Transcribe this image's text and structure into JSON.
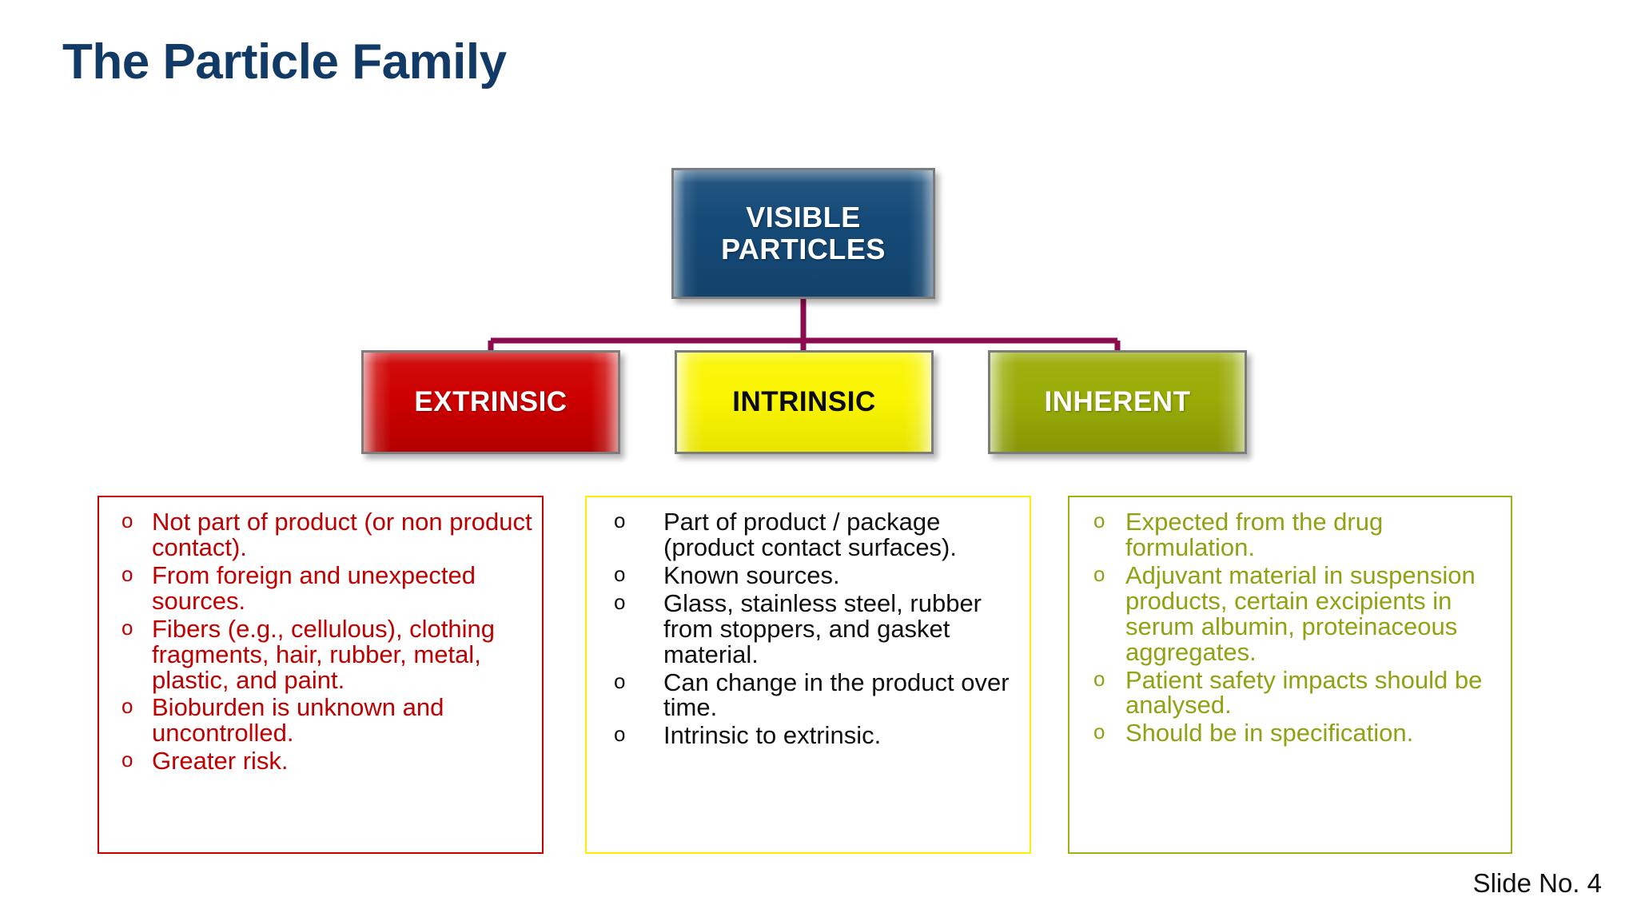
{
  "slide": {
    "title": "The Particle Family",
    "footer": "Slide No. 4",
    "title_color": "#123A66",
    "connector_color": "#8C0B4E",
    "background": "#FFFFFF"
  },
  "diagram": {
    "type": "hierarchy",
    "root": {
      "id": "visible-particles",
      "label": "VISIBLE\nPARTICLES",
      "label_line1": "VISIBLE",
      "label_line2": "PARTICLES",
      "fill": "#154A78",
      "text_color": "#FFFFFF",
      "border": "#7C7C7C"
    },
    "children": [
      {
        "id": "extrinsic",
        "label": "EXTRINSIC",
        "fill": "#CE0000",
        "text_color": "#FFFFFF",
        "border": "#7C7C7C"
      },
      {
        "id": "intrinsic",
        "label": "INTRINSIC",
        "fill": "#FAF500",
        "text_color": "#0A0A0A",
        "border": "#7C7C7C"
      },
      {
        "id": "inherent",
        "label": "INHERENT",
        "fill": "#9AAC07",
        "text_color": "#FFFFFF",
        "border": "#7C7C7C"
      }
    ]
  },
  "details": {
    "extrinsic": {
      "accent": "#C00000",
      "bullet_glyph": "o",
      "items": [
        "Not part of product (or non product contact).",
        "From foreign and unexpected sources.",
        "Fibers (e.g., cellulous), clothing fragments, hair, rubber, metal, plastic, and paint.",
        "Bioburden is unknown and uncontrolled.",
        "Greater risk."
      ]
    },
    "intrinsic": {
      "accent": "#FCF000",
      "text_color": "#101010",
      "bullet_glyph": "o",
      "items": [
        "Part of product / package (product contact surfaces).",
        "Known sources.",
        "Glass, stainless steel, rubber from stoppers, and gasket material.",
        "Can change in the product over time.",
        "Intrinsic to extrinsic."
      ]
    },
    "inherent": {
      "accent": "#A0AF14",
      "text_color": "#92A012",
      "bullet_glyph": "o",
      "items": [
        "Expected from the drug formulation.",
        "Adjuvant material in suspension products, certain excipients in serum albumin, proteinaceous aggregates.",
        "Patient safety impacts should be analysed.",
        "Should be in specification."
      ]
    }
  }
}
